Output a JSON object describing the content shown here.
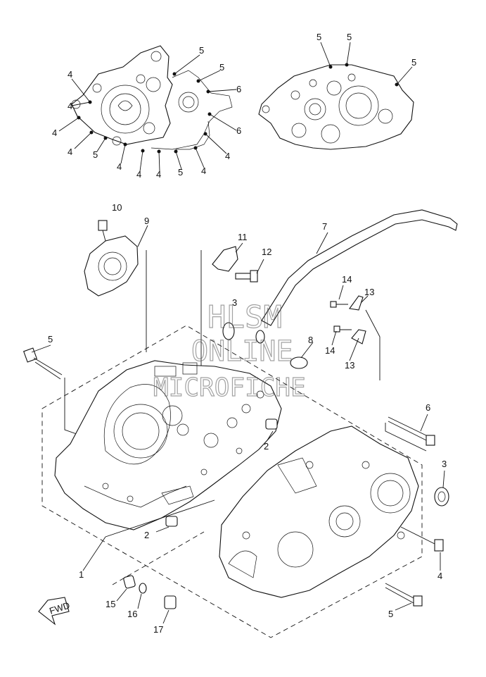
{
  "watermark": {
    "line1": "HLSM",
    "line2": "ONLINE",
    "line3": "MICROFICHE"
  },
  "fwd_label": "FWD",
  "callouts": {
    "c5a": "5",
    "c5b": "5",
    "c6a": "6",
    "c6b": "6",
    "c4a": "4",
    "c4b": "4",
    "c4c": "4",
    "c4d": "4",
    "c4e": "4",
    "c4f": "4",
    "c4g": "4",
    "c4h": "4",
    "c4i": "4",
    "c5c": "5",
    "c5d": "5",
    "c5e": "5",
    "c5f": "5",
    "c5g": "5",
    "c10": "10",
    "c9": "9",
    "c11": "11",
    "c12": "12",
    "c7": "7",
    "c14a": "14",
    "c13a": "13",
    "c8": "8",
    "c14b": "14",
    "c13b": "13",
    "c3a": "3",
    "c5h": "5",
    "c2a": "2",
    "c6c": "6",
    "c3b": "3",
    "c2b": "2",
    "c1": "1",
    "c4j": "4",
    "c15": "15",
    "c16": "16",
    "c17": "17",
    "c5i": "5"
  }
}
